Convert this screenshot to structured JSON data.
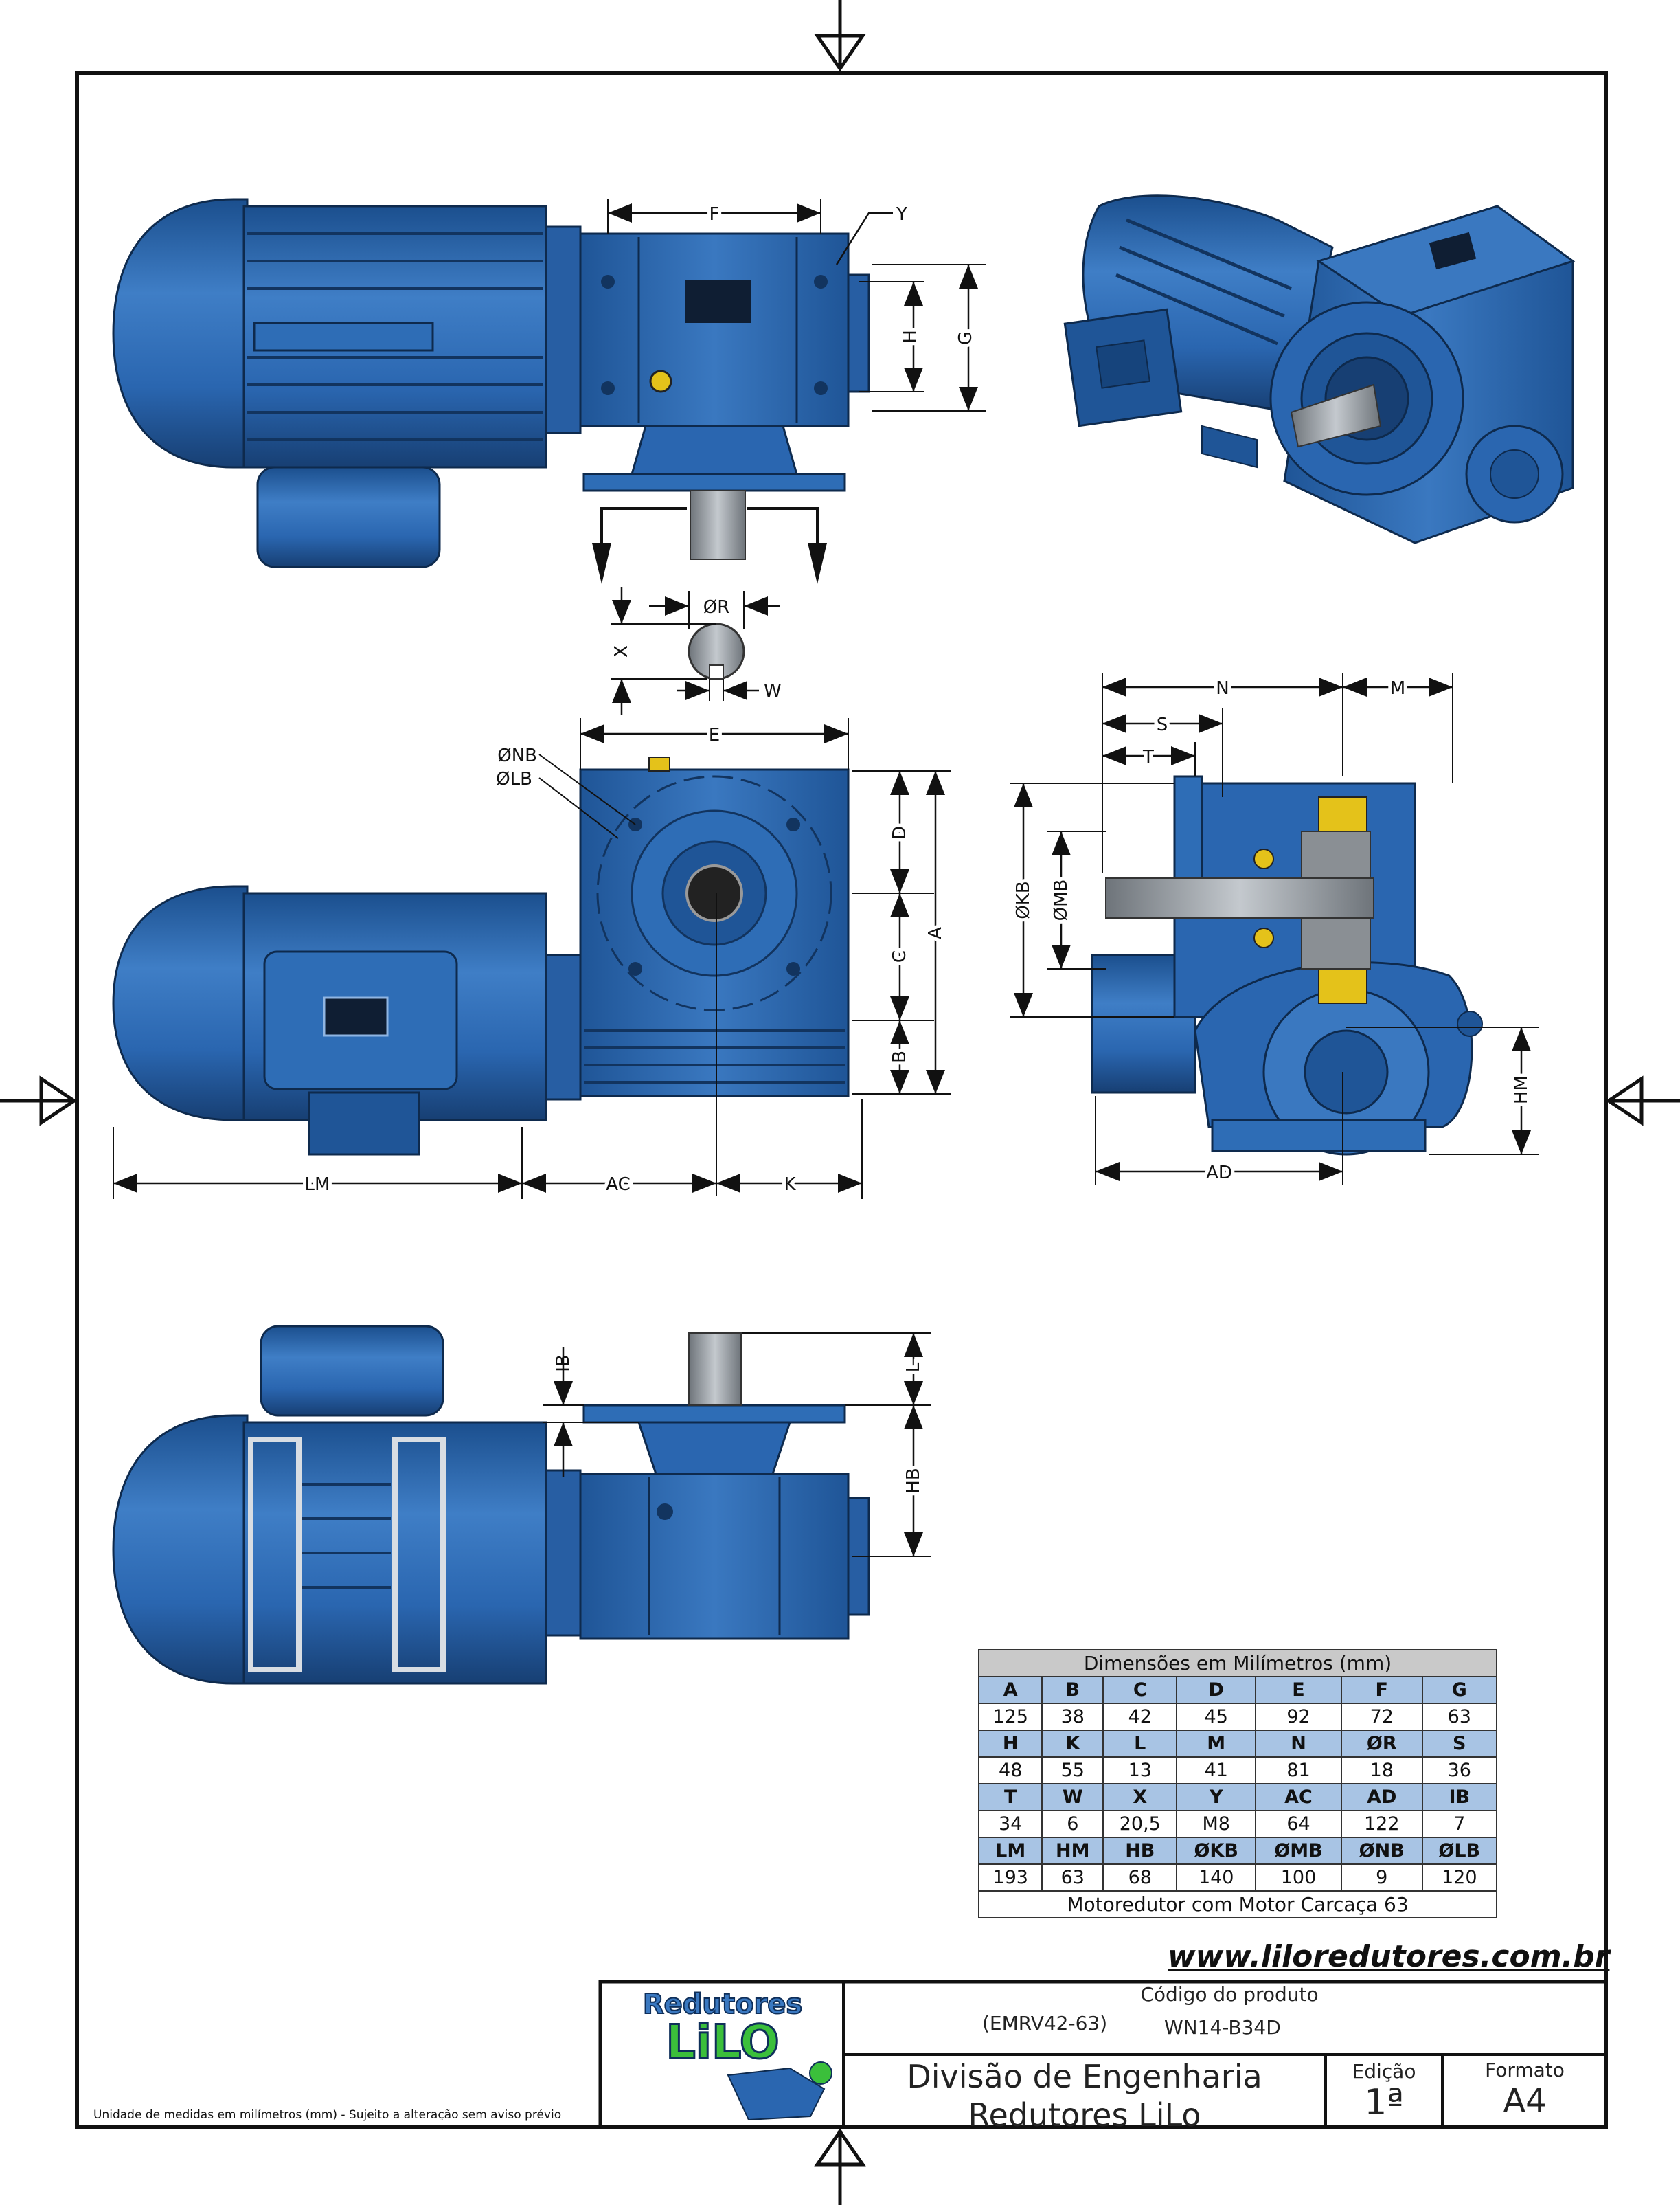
{
  "drawing": {
    "dimension_labels": {
      "F": "F",
      "Y": "Y",
      "H": "H",
      "G": "G",
      "R": "ØR",
      "X": "X",
      "W": "W",
      "E": "E",
      "NB": "ØNB",
      "LB": "ØLB",
      "D": "D",
      "A": "A",
      "C": "C",
      "B": "B",
      "LM": "LM",
      "AC": "AC",
      "K": "K",
      "N": "N",
      "M": "M",
      "S": "S",
      "T": "T",
      "KB": "ØKB",
      "MB": "ØMB",
      "HM": "HM",
      "AD": "AD",
      "IB": "IB",
      "L": "L",
      "HB": "HB"
    },
    "colors": {
      "body": "#2a66b0",
      "body_dark": "#184a86",
      "body_light": "#4d88cc",
      "shaft": "#9aa0a6"
    }
  },
  "table": {
    "title": "Dimensões em Milímetros (mm)",
    "rows": [
      {
        "headers": [
          "A",
          "B",
          "C",
          "D",
          "E",
          "F",
          "G"
        ],
        "values": [
          "125",
          "38",
          "42",
          "45",
          "92",
          "72",
          "63"
        ]
      },
      {
        "headers": [
          "H",
          "K",
          "L",
          "M",
          "N",
          "ØR",
          "S"
        ],
        "values": [
          "48",
          "55",
          "13",
          "41",
          "81",
          "18",
          "36"
        ]
      },
      {
        "headers": [
          "T",
          "W",
          "X",
          "Y",
          "AC",
          "AD",
          "IB"
        ],
        "values": [
          "34",
          "6",
          "20,5",
          "M8",
          "64",
          "122",
          "7"
        ]
      },
      {
        "headers": [
          "LM",
          "HM",
          "HB",
          "ØKB",
          "ØMB",
          "ØNB",
          "ØLB"
        ],
        "values": [
          "193",
          "63",
          "68",
          "140",
          "100",
          "9",
          "120"
        ]
      }
    ],
    "footer": "Motoredutor com Motor Carcaça 63"
  },
  "website": "www.liloredutores.com.br",
  "title_block": {
    "logo_top": "Redutores",
    "logo_bottom": "LiLO",
    "product_code_label": "Código do produto",
    "model_code": "(EMRV42-63)",
    "product_code": "WN14-B34D",
    "division_line1": "Divisão de Engenharia",
    "division_line2": "Redutores LiLo",
    "edition_label": "Edição",
    "edition_value": "1ª",
    "format_label": "Formato",
    "format_value": "A4"
  },
  "note": "Unidade de medidas em milímetros (mm) - Sujeito a alteração sem aviso prévio"
}
